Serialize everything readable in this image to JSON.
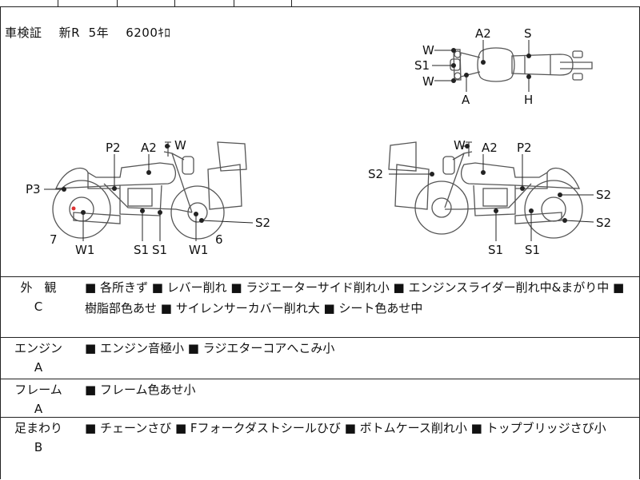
{
  "registration": {
    "label": "車検証",
    "type": "新R",
    "years": "5年",
    "mileage": "6200ｷﾛ"
  },
  "diagram": {
    "top_view": {
      "labels": [
        "W",
        "S1",
        "W",
        "A2",
        "S",
        "A",
        "H"
      ]
    },
    "left_view": {
      "labels": [
        "P2",
        "A2",
        "W",
        "P3",
        "7",
        "W1",
        "S1",
        "S1",
        "W1",
        "6",
        "S2"
      ]
    },
    "right_view": {
      "labels": [
        "W",
        "A2",
        "P2",
        "S2",
        "S2",
        "S2",
        "S1",
        "S1"
      ]
    }
  },
  "sections": [
    {
      "name": "外　観",
      "grade": "C",
      "notes": "■ 各所きず ■ レバー削れ ■ ラジエーターサイド削れ小 ■ エンジンスライダー削れ中&まがり中 ■ 樹脂部色あせ ■ サイレンサーカバー削れ大 ■ シート色あせ中"
    },
    {
      "name": "エンジン",
      "grade": "A",
      "notes": "■ エンジン音極小 ■ ラジエターコアへこみ小"
    },
    {
      "name": "フレーム",
      "grade": "A",
      "notes": "■ フレーム色あせ小"
    },
    {
      "name": "足まわり",
      "grade": "B",
      "notes": "■ チェーンさび ■ Fフォークダストシールひび ■ ボトムケース削れ小 ■ トップブリッジさび小"
    }
  ]
}
